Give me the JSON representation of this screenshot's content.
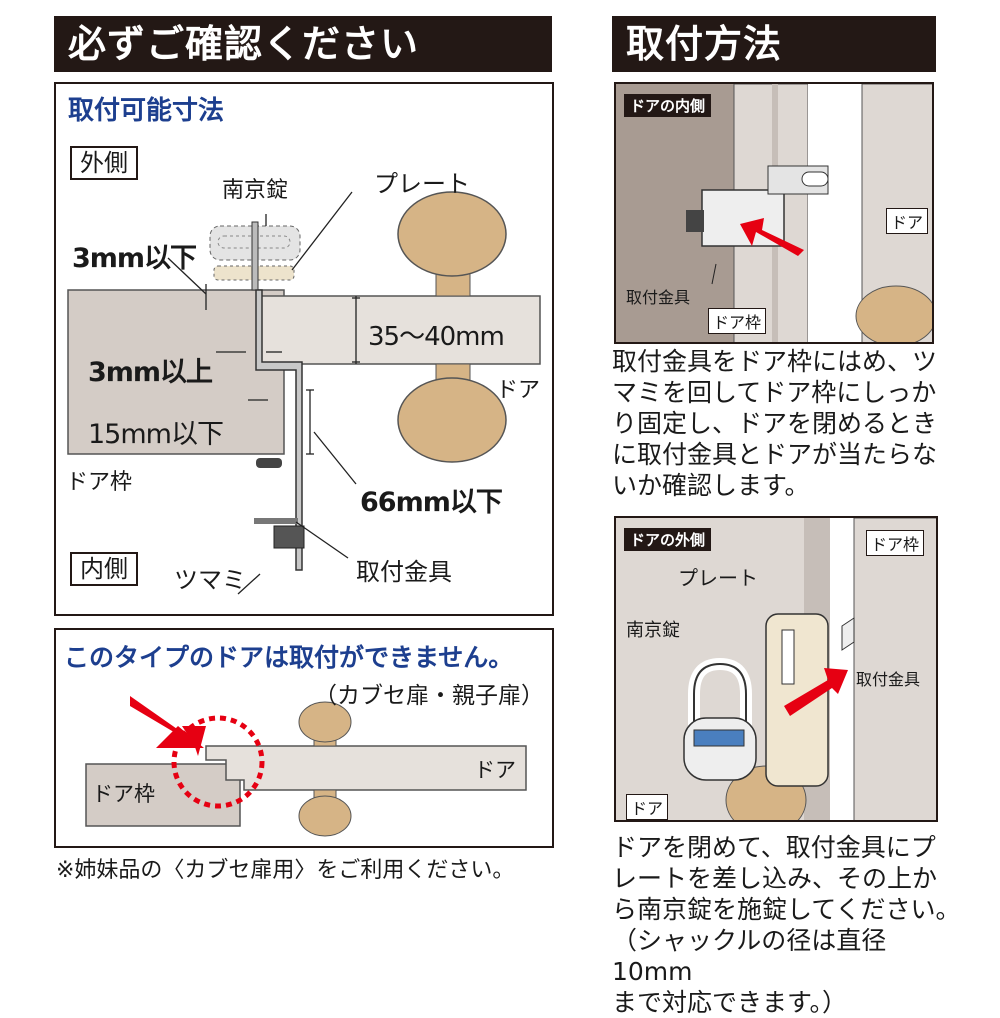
{
  "left": {
    "header": "必ずご確認ください",
    "panel": {
      "title": "取付可能寸法",
      "outside_tag": "外側",
      "inside_tag": "内側",
      "labels": {
        "padlock": "南京錠",
        "plate": "プレート",
        "door": "ドア",
        "door_frame": "ドア枠",
        "knob": "ツマミ",
        "bracket": "取付金具"
      },
      "dims": {
        "gap_top": "3mm以下",
        "thickness": "35〜40mm",
        "gap_side": "3mm以上",
        "depth": "15mm以下",
        "length": "66mm以下"
      }
    },
    "warning": {
      "title": "このタイプのドアは取付ができません。",
      "subtitle": "（カブセ扉・親子扉）",
      "door_frame": "ドア枠",
      "door": "ドア"
    },
    "note": "※姉妹品の〈カブセ扉用〉をご利用ください。"
  },
  "right": {
    "header": "取付方法",
    "step1": {
      "tag": "ドアの内側",
      "door": "ドア",
      "bracket": "取付金具",
      "frame": "ドア枠",
      "text": [
        "取付金具をドア枠にはめ、ツ",
        "マミを回してドア枠にしっか",
        "り固定し、ドアを閉めるとき",
        "に取付金具とドアが当たらな",
        "いか確認します。"
      ]
    },
    "step2": {
      "tag": "ドアの外側",
      "frame": "ドア枠",
      "plate": "プレート",
      "padlock": "南京錠",
      "bracket": "取付金具",
      "door": "ドア",
      "text": [
        "ドアを閉めて、取付金具にプ",
        "レートを差し込み、その上か",
        "ら南京錠を施錠してください。",
        "（シャックルの径は直径10mm",
        "まで対応できます。）"
      ]
    }
  },
  "colors": {
    "header_bg": "#231815",
    "accent_blue": "#1d3f8f",
    "arrow_red": "#e60012",
    "door_gray": "#ddd7d2",
    "frame_brown": "#a89b92",
    "knob_tan": "#d6b486"
  }
}
